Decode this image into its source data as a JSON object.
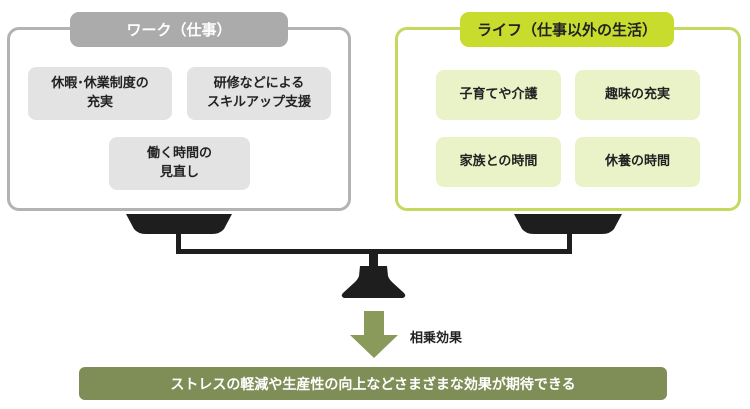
{
  "work": {
    "title": "ワーク（仕事）",
    "items": [
      "休暇･休業制度の\n充実",
      "研修などによる\nスキルアップ支援",
      "働く時間の\n見直し"
    ]
  },
  "life": {
    "title": "ライフ（仕事以外の生活）",
    "items": [
      "子育てや介護",
      "趣味の充実",
      "家族との時間",
      "休養の時間"
    ]
  },
  "synergy_label": "相乗効果",
  "result": "ストレスの軽減や生産性の向上などさまざまな効果が期待できる",
  "colors": {
    "work_accent": "#ababab",
    "life_accent": "#c8dc2e",
    "result_banner": "#7f8e57",
    "arrow": "#8a9a5b",
    "scale": "#1e1e1e"
  }
}
